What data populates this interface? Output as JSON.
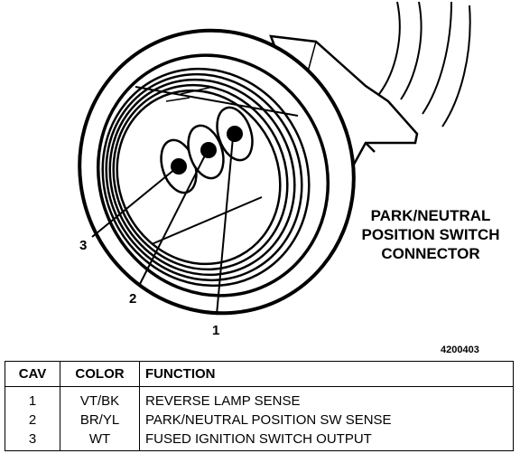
{
  "diagram": {
    "title_lines": [
      "PARK/NEUTRAL",
      "POSITION SWITCH",
      "CONNECTOR"
    ],
    "callouts": [
      "1",
      "2",
      "3"
    ],
    "figure_number": "4200403"
  },
  "table": {
    "headers": {
      "cav": "CAV",
      "color": "COLOR",
      "function": "FUNCTION"
    },
    "rows": [
      {
        "cav": "1",
        "color": "VT/BK",
        "function": "REVERSE LAMP SENSE"
      },
      {
        "cav": "2",
        "color": "BR/YL",
        "function": "PARK/NEUTRAL POSITION SW SENSE"
      },
      {
        "cav": "3",
        "color": "WT",
        "function": "FUSED IGNITION SWITCH OUTPUT"
      }
    ]
  }
}
